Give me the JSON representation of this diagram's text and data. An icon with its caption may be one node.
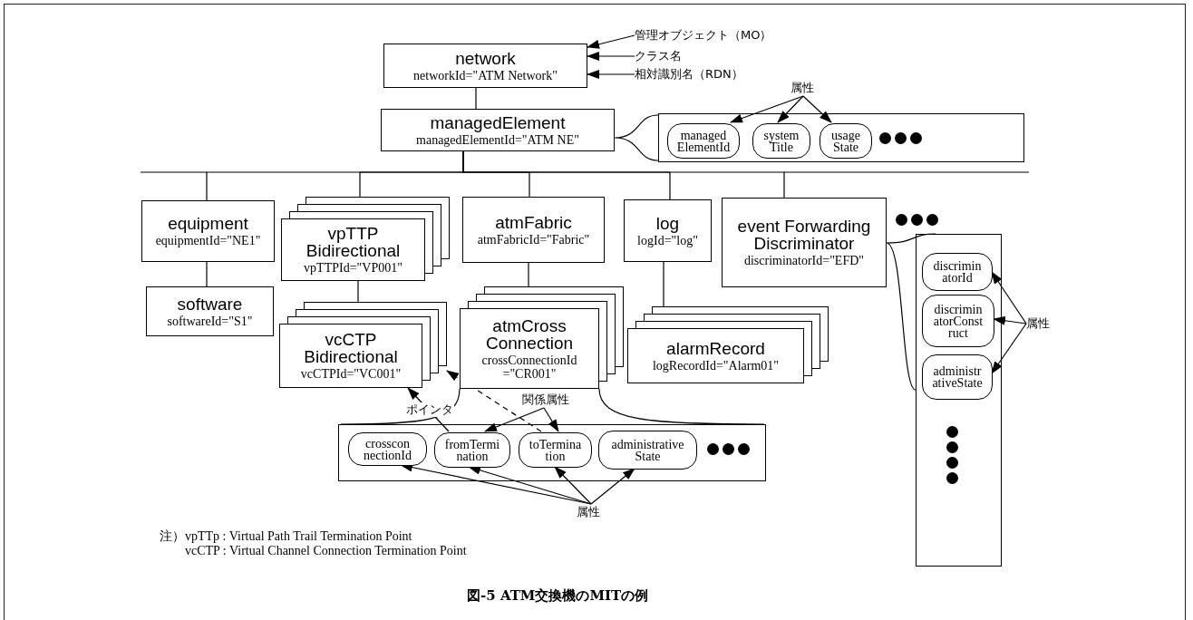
{
  "diagram": {
    "caption": "図-5 ATM交換機のMITの例",
    "nodes": [
      {
        "text": [
          "network",
          "networkId=\"ATM Network\""
        ]
      },
      {
        "text": [
          "管理オブジェクト（MO）"
        ]
      },
      {
        "text": [
          "クラス名"
        ]
      },
      {
        "text": [
          "相対識別名（RDN）"
        ]
      },
      {
        "text": [
          "managedElement",
          "managedElementId=\"ATM NE\""
        ]
      },
      {
        "text": [],
        "shape": "box"
      },
      {
        "text": [
          "managed ElementId"
        ],
        "in": 5
      },
      {
        "text": [
          "system Title"
        ],
        "in": 5
      },
      {
        "text": [
          "usage State"
        ],
        "in": 5
      },
      {
        "text": [
          "属性"
        ]
      },
      {
        "text": [
          "equipment",
          "equipmentId=\"NE1\""
        ]
      },
      {
        "text": [
          "software",
          "softwareId=\"S1\""
        ]
      },
      {
        "text": [
          "vpTTP Bidirectional",
          "vpTTPId=\"VP001\""
        ]
      },
      {
        "text": [
          "vcCTP Bidirectional",
          "vcCTPId=\"VC001\""
        ]
      },
      {
        "text": [
          "atmFabric",
          "atmFabricId=\"Fabric\""
        ]
      },
      {
        "text": [
          "atmCross Connection",
          "crossConnectionId =\"CR001\""
        ]
      },
      {
        "text": [
          "log",
          "logId=\"log\""
        ]
      },
      {
        "text": [
          "alarmRecord",
          "logRecordId=\"Alarm01\""
        ]
      },
      {
        "text": [
          "event Forwarding Discriminator",
          "discriminatorId=\"EFD\""
        ]
      },
      {
        "text": [],
        "shape": "box"
      },
      {
        "text": [
          "discrimin atorId"
        ],
        "in": 19
      },
      {
        "text": [
          "discrimin atorConst ruct"
        ],
        "in": 19
      },
      {
        "text": [
          "administr ativeState"
        ],
        "in": 19
      },
      {
        "text": [
          "属性"
        ]
      },
      {
        "text": [],
        "shape": "box"
      },
      {
        "text": [
          "crosscon nectionId"
        ],
        "in": 24
      },
      {
        "text": [
          "fromTermi nation"
        ],
        "in": 24
      },
      {
        "text": [
          "toTermina tion"
        ],
        "in": 24
      },
      {
        "text": [
          "administrative State"
        ],
        "in": 24
      },
      {
        "text": [
          "関係属性"
        ]
      },
      {
        "text": [
          "属性"
        ]
      }
    ],
    "edges": [
      {
        "from": 1,
        "to": 0,
        "arrow": "to"
      },
      {
        "from": 2,
        "to": 0,
        "arrow": "to"
      },
      {
        "from": 3,
        "to": 0,
        "arrow": "to"
      },
      {
        "from": 0,
        "to": 4,
        "arrow": "none"
      },
      {
        "from": 4,
        "to": 10,
        "arrow": "none"
      },
      {
        "from": 4,
        "to": 12,
        "arrow": "none"
      },
      {
        "from": 4,
        "to": 14,
        "arrow": "none"
      },
      {
        "from": 4,
        "to": 16,
        "arrow": "none"
      },
      {
        "from": 4,
        "to": 18,
        "arrow": "none"
      },
      {
        "from": 4,
        "to": 5,
        "arrow": "none"
      },
      {
        "from": 9,
        "to": 6,
        "arrow": "to"
      },
      {
        "from": 9,
        "to": 7,
        "arrow": "to"
      },
      {
        "from": 9,
        "to": 8,
        "arrow": "to"
      },
      {
        "from": 10,
        "to": 11,
        "arrow": "none"
      },
      {
        "from": 12,
        "to": 13,
        "arrow": "none"
      },
      {
        "from": 14,
        "to": 15,
        "arrow": "none"
      },
      {
        "from": 16,
        "to": 17,
        "arrow": "none"
      },
      {
        "from": 18,
        "to": 19,
        "arrow": "none"
      },
      {
        "from": 23,
        "to": 20,
        "arrow": "to"
      },
      {
        "from": 23,
        "to": 21,
        "arrow": "to"
      },
      {
        "from": 23,
        "to": 22,
        "arrow": "to"
      },
      {
        "from": 15,
        "to": 24,
        "arrow": "none"
      },
      {
        "from": 29,
        "to": 26,
        "arrow": "to"
      },
      {
        "from": 29,
        "to": 27,
        "arrow": "to"
      },
      {
        "from": 26,
        "to": 13,
        "arrow": "to",
        "label": "ポインタ"
      },
      {
        "from": 27,
        "to": 13,
        "arrow": "to",
        "style": "dashed"
      },
      {
        "from": 30,
        "to": 25,
        "arrow": "to"
      },
      {
        "from": 30,
        "to": 26,
        "arrow": "to"
      },
      {
        "from": 30,
        "to": 27,
        "arrow": "to"
      },
      {
        "from": 30,
        "to": 28,
        "arrow": "to"
      }
    ],
    "labels": [
      "注）vpTTp : Virtual Path Trail Termination Point",
      "vcCTP : Virtual Channel Connection Termination Point"
    ]
  }
}
